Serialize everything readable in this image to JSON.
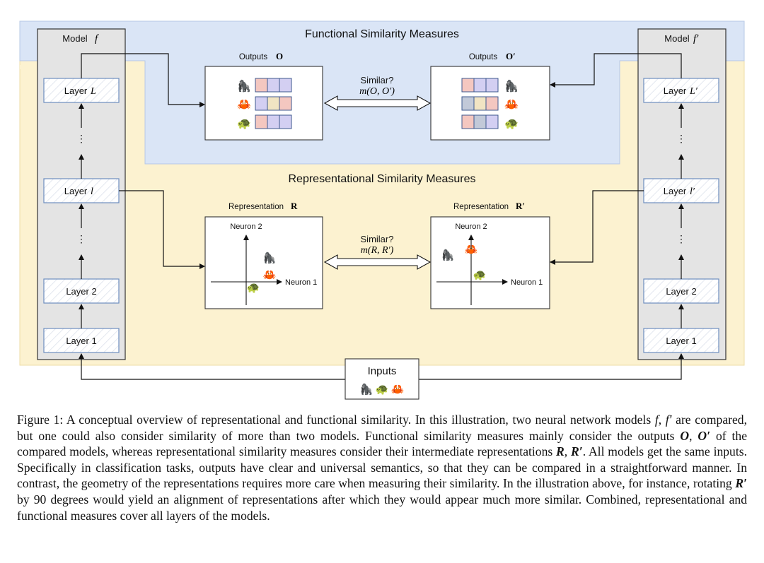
{
  "diagram": {
    "functional_title": "Functional Similarity Measures",
    "representational_title": "Representational Similarity Measures",
    "model_left": {
      "label": "Model",
      "symbol": "f"
    },
    "model_right": {
      "label": "Model",
      "symbol": "f′"
    },
    "left_layers": {
      "top": {
        "label": "Layer",
        "symbol": "L"
      },
      "mid": {
        "label": "Layer",
        "symbol": "l"
      },
      "l2": "Layer 2",
      "l1": "Layer 1"
    },
    "right_layers": {
      "top": {
        "label": "Layer",
        "symbol": "L′"
      },
      "mid": {
        "label": "Layer",
        "symbol": "l′"
      },
      "l2": "Layer 2",
      "l1": "Layer 1"
    },
    "dots": "⋮",
    "outputs_left": {
      "label": "Outputs",
      "symbol": "O"
    },
    "outputs_right": {
      "label": "Outputs",
      "symbol": "O′"
    },
    "repr_left": {
      "label": "Representation",
      "symbol": "R"
    },
    "repr_right": {
      "label": "Representation",
      "symbol": "R′"
    },
    "similar_q": "Similar?",
    "similar_func": "m(O, O′)",
    "similar_repr": "m(R, R′)",
    "neuron_x": "Neuron 1",
    "neuron_y": "Neuron 2",
    "inputs_label": "Inputs",
    "animals": {
      "gorilla": "🦍",
      "crab": "🦀",
      "turtle": "🐢"
    },
    "colors": {
      "functional_bg": "#dae5f6",
      "representational_bg": "#fcf2d0",
      "model_bg": "#e4e4e4",
      "layer_border": "#6d8ebf",
      "pink": "#f4c7c0",
      "lavender": "#d3cff2",
      "beige": "#f1e4c3",
      "grey_blue": "#c2c9d8"
    }
  },
  "caption": {
    "label": "Figure 1:",
    "part1": " A conceptual overview of representational and functional similarity. In this illustration, two neural network models ",
    "f": "f",
    "comma1": ", ",
    "fprime": "f′",
    "part2": " are compared, but one could also consider similarity of more than two models. Functional similarity measures mainly consider the outputs ",
    "O": "O",
    "comma2": ", ",
    "Oprime": "O′",
    "part3": " of the compared models, whereas representational similarity measures consider their intermediate representations ",
    "R": "R",
    "comma3": ", ",
    "Rprime": "R′",
    "part4": ". All models get the same inputs. Specifically in classification tasks, outputs have clear and universal semantics, so that they can be compared in a straightforward manner. In contrast, the geometry of the representations requires more care when measuring their similarity. In the illustration above, for instance, rotating ",
    "Rprime2": "R′",
    "part5": " by 90 degrees would yield an alignment of representations after which they would appear much more similar. Combined, representational and functional measures cover all layers of the models."
  }
}
